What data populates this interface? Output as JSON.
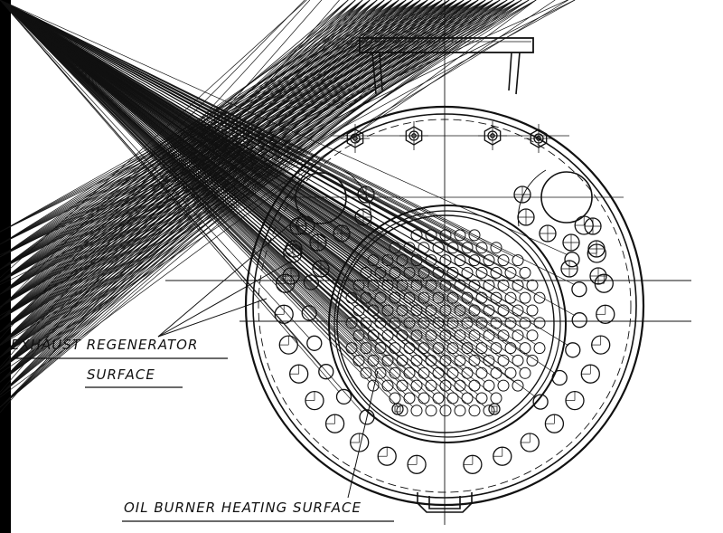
{
  "labels": {
    "exhaust_line1": "Exhaust Regenerator",
    "exhaust_line2": "Surface",
    "oil_burner": "Oil Burner Heating Surface"
  },
  "colors": {
    "ink": "#111111",
    "paper": "#ffffff",
    "edge_bar": "#000000"
  }
}
